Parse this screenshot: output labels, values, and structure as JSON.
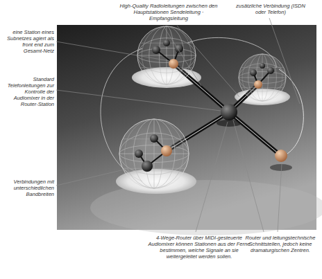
{
  "diagram": {
    "labels": [
      "High-Quality Radioleitungen zwischen den Hauptstationen Sendeleitung · Empfangsleitung",
      "zusätzliche Verbindung (ISDN oder Telefon)",
      "eine Station eines Subnetzes agiert als front end zum Gesamt-Netz",
      "Standard Telefonleitungen zur Kontrolle der Audiomixer in der Router-Station",
      "Verbindungen mit unterschiedlichen Bandbreiten",
      "4-Wege-Router über MIDI-gesteuerte Audiomixer können Stationen aus der Ferne bestimmen, welche Signale an sie weitergeleitet werden sollen.",
      "Router und leitungstechnische Schnittstellen, jedoch keine dramaturgischen Zentren."
    ]
  }
}
